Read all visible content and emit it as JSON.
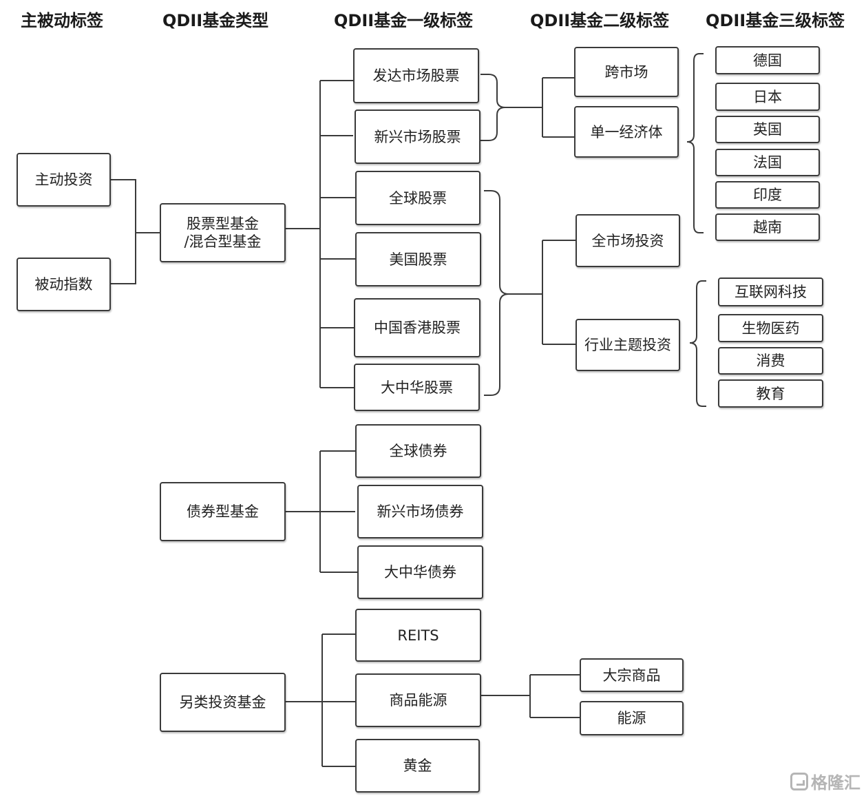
{
  "headers": {
    "col1": "主被动标签",
    "col2": "QDII基金类型",
    "col3": "QDII基金一级标签",
    "col4": "QDII基金二级标签",
    "col5": "QDII基金三级标签"
  },
  "col1": {
    "active": "主动投资",
    "passive": "被动指数"
  },
  "col2": {
    "equity_mixed": "股票型基金\n/混合型基金",
    "bond": "债券型基金",
    "alternative": "另类投资基金"
  },
  "col3": {
    "developed_equity": "发达市场股票",
    "emerging_equity": "新兴市场股票",
    "global_equity": "全球股票",
    "us_equity": "美国股票",
    "hk_equity": "中国香港股票",
    "greater_china_equity": "大中华股票",
    "global_bond": "全球债券",
    "emerging_bond": "新兴市场债券",
    "greater_china_bond": "大中华债券",
    "reits": "REITS",
    "commodity_energy": "商品能源",
    "gold": "黄金"
  },
  "col4": {
    "cross_market": "跨市场",
    "single_economy": "单一经济体",
    "all_market": "全市场投资",
    "sector_theme": "行业主题投资",
    "bulk_commodity": "大宗商品",
    "energy": "能源"
  },
  "col5": {
    "countries": [
      "德国",
      "日本",
      "英国",
      "法国",
      "印度",
      "越南"
    ],
    "sectors": [
      "互联网科技",
      "生物医药",
      "消费",
      "教育"
    ]
  },
  "watermark": "格隆汇"
}
